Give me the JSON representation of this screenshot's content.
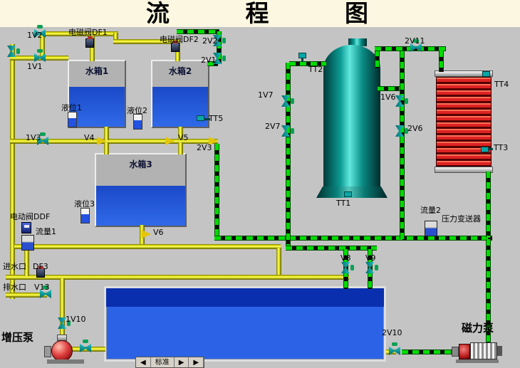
{
  "title": [
    "流",
    "程",
    "图"
  ],
  "tanks": {
    "t1": "水箱1",
    "t2": "水箱2",
    "t3": "水箱3"
  },
  "levels": {
    "l1": "液位1",
    "l2": "液位2",
    "l3": "液位3"
  },
  "sensors": {
    "tt1": "TT1",
    "tt2": "TT2",
    "tt3": "TT3",
    "tt4": "TT4",
    "tt5": "TT5"
  },
  "valves": {
    "v1v1": "1V1",
    "v1v2": "1V2",
    "v1v3": "1V3",
    "v2v1": "2V1",
    "v2v2": "2V2",
    "v2v3": "2V3",
    "v4": "V4",
    "v5": "V5",
    "v6": "V6",
    "v8": "V8",
    "v9": "V9",
    "v13": "V13",
    "v1v6": "1V6",
    "v1v7": "1V7",
    "v2v6": "2V6",
    "v2v7": "2V7",
    "v1v10": "1V10",
    "v2v10": "2V10",
    "v2v11": "2V11",
    "df1": "电磁阀DF1",
    "df2": "电磁阀DF2",
    "df3": "DF3",
    "ddf": "电动阀DDF"
  },
  "instruments": {
    "flow1": "流量1",
    "flow2": "流量2",
    "pressure": "压力变送器"
  },
  "ports": {
    "inlet": "进水口",
    "outlet": "排水口"
  },
  "pumps": {
    "booster": "增压泵",
    "magnetic": "磁力泵"
  },
  "nav": {
    "buttons": [
      "◀",
      "标准",
      "▶",
      "▶"
    ]
  }
}
